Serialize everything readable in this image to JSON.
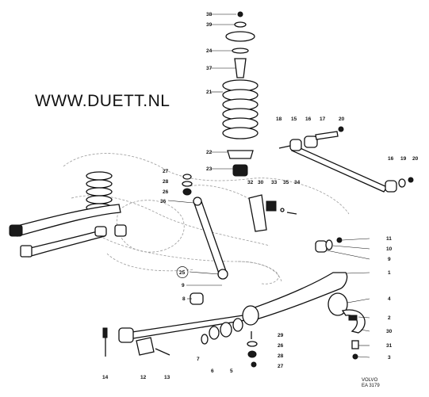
{
  "watermark": "WWW.DUETT.NL",
  "brand": {
    "line1": "VOLVO",
    "line2": "EA 3179"
  },
  "callouts": [
    {
      "id": "c38",
      "label": "38"
    },
    {
      "id": "c39",
      "label": "39"
    },
    {
      "id": "c24",
      "label": "24"
    },
    {
      "id": "c37",
      "label": "37"
    },
    {
      "id": "c21",
      "label": "21"
    },
    {
      "id": "c22",
      "label": "22"
    },
    {
      "id": "c23",
      "label": "23"
    },
    {
      "id": "c27a",
      "label": "27"
    },
    {
      "id": "c28a",
      "label": "28"
    },
    {
      "id": "c26a",
      "label": "26"
    },
    {
      "id": "c36",
      "label": "36"
    },
    {
      "id": "c32",
      "label": "32"
    },
    {
      "id": "c30a",
      "label": "30"
    },
    {
      "id": "c33",
      "label": "33"
    },
    {
      "id": "c35",
      "label": "35"
    },
    {
      "id": "c34",
      "label": "34"
    },
    {
      "id": "c18",
      "label": "18"
    },
    {
      "id": "c15",
      "label": "15"
    },
    {
      "id": "c16a",
      "label": "16"
    },
    {
      "id": "c17",
      "label": "17"
    },
    {
      "id": "c20a",
      "label": "20"
    },
    {
      "id": "c16b",
      "label": "16"
    },
    {
      "id": "c19",
      "label": "19"
    },
    {
      "id": "c20b",
      "label": "20"
    },
    {
      "id": "c11",
      "label": "11"
    },
    {
      "id": "c10",
      "label": "10"
    },
    {
      "id": "c9a",
      "label": "9"
    },
    {
      "id": "c1",
      "label": "1"
    },
    {
      "id": "c25",
      "label": "25"
    },
    {
      "id": "c9b",
      "label": "9"
    },
    {
      "id": "c8",
      "label": "8"
    },
    {
      "id": "c4",
      "label": "4"
    },
    {
      "id": "c2",
      "label": "2"
    },
    {
      "id": "c30b",
      "label": "30"
    },
    {
      "id": "c31",
      "label": "31"
    },
    {
      "id": "c3",
      "label": "3"
    },
    {
      "id": "c29",
      "label": "29"
    },
    {
      "id": "c26b",
      "label": "26"
    },
    {
      "id": "c28b",
      "label": "28"
    },
    {
      "id": "c27b",
      "label": "27"
    },
    {
      "id": "c14",
      "label": "14"
    },
    {
      "id": "c12",
      "label": "12"
    },
    {
      "id": "c13",
      "label": "13"
    },
    {
      "id": "c7",
      "label": "7"
    },
    {
      "id": "c6",
      "label": "6"
    },
    {
      "id": "c5",
      "label": "5"
    }
  ]
}
